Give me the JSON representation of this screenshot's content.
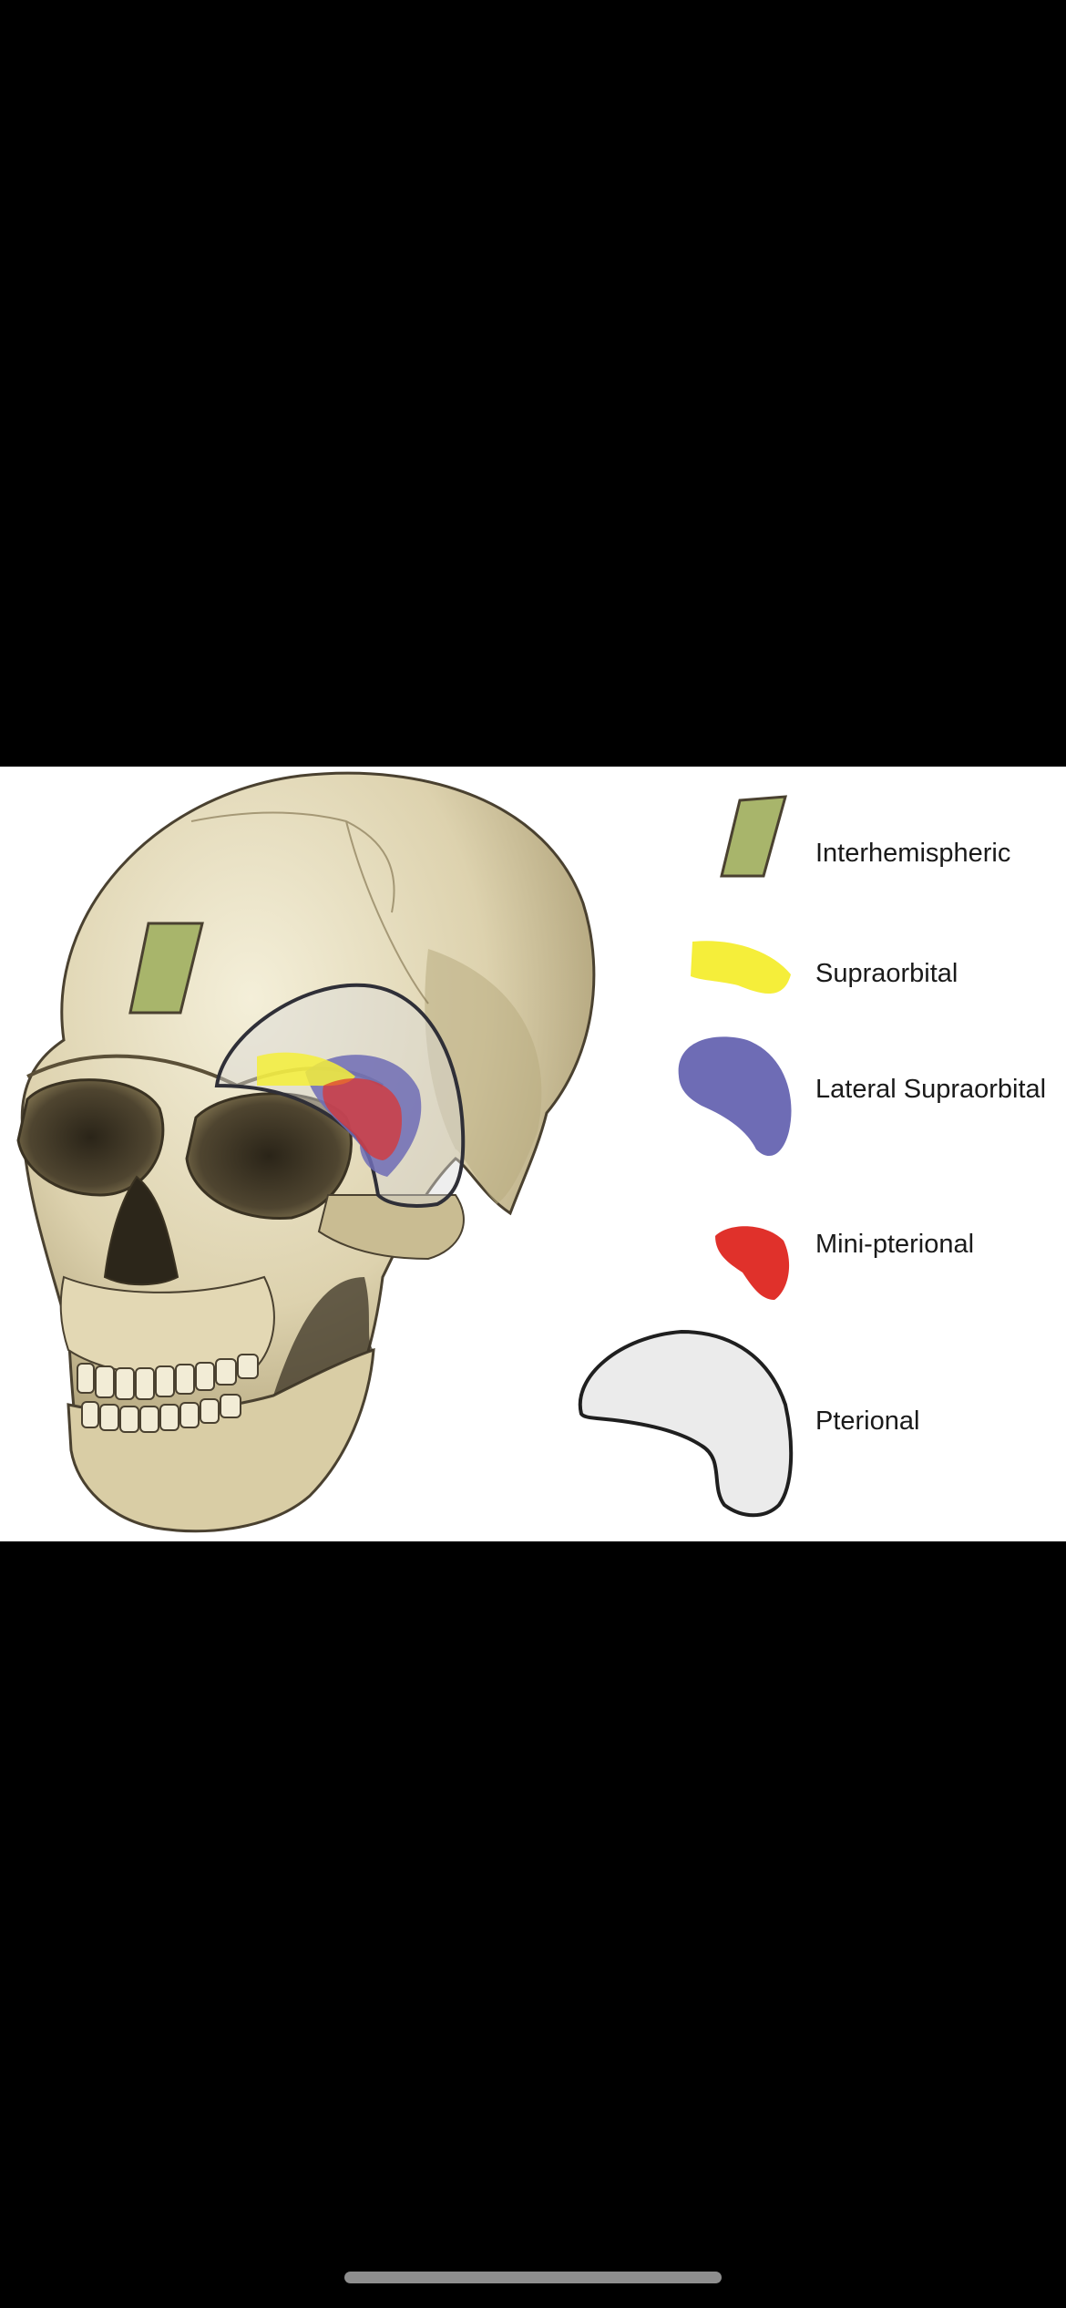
{
  "figure": {
    "legend": [
      {
        "label": "Interhemispheric",
        "color": "#a8b56b",
        "icon": "interhemispheric-craniotomy-icon"
      },
      {
        "label": "Supraorbital",
        "color": "#f5ee3a",
        "icon": "supraorbital-craniotomy-icon"
      },
      {
        "label": "Lateral Supraorbital",
        "color": "#6e6cb5",
        "icon": "lateral-supraorbital-craniotomy-icon"
      },
      {
        "label": "Mini-pterional",
        "color": "#e0312b",
        "icon": "mini-pterional-craniotomy-icon"
      },
      {
        "label": "Pterional",
        "color": "#ebebeb",
        "icon": "pterional-craniotomy-icon"
      }
    ]
  }
}
